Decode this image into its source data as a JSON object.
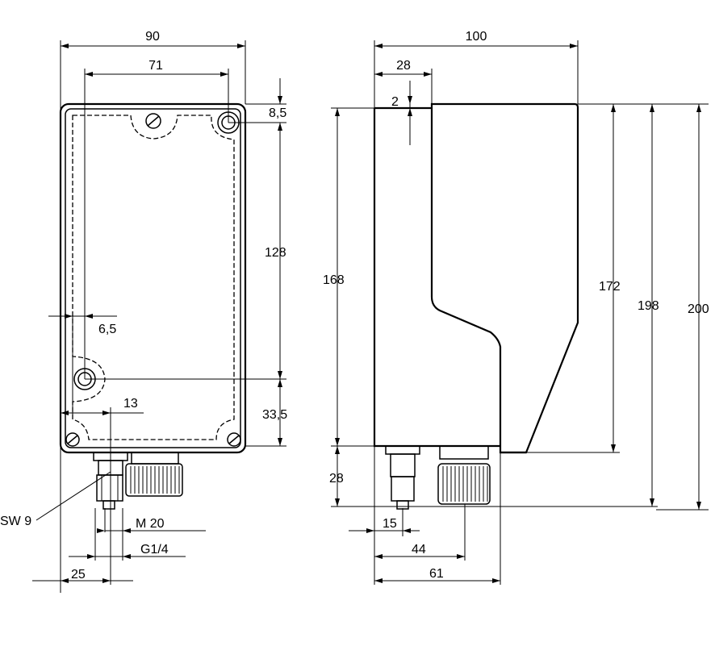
{
  "front_view": {
    "dimensions": {
      "overall_width": "90",
      "hole_spacing_width": "71",
      "top_offset": "8,5",
      "hole_spacing_height": "128",
      "side_offset": "6,5",
      "bottom_offset": "13",
      "lower_height": "33,5",
      "wrench_size": "SW 9",
      "gland_thread": "M 20",
      "fitting_thread": "G1/4",
      "fitting_position": "25"
    }
  },
  "side_view": {
    "dimensions": {
      "overall_depth": "100",
      "step_depth": "28",
      "step_height": "2",
      "body_height": "168",
      "inner_height": "172",
      "height_with_fitting": "198",
      "overall_height": "200",
      "fitting_length": "28",
      "fitting_offset": "15",
      "gland_offset": "44",
      "gland_outer": "61"
    }
  }
}
